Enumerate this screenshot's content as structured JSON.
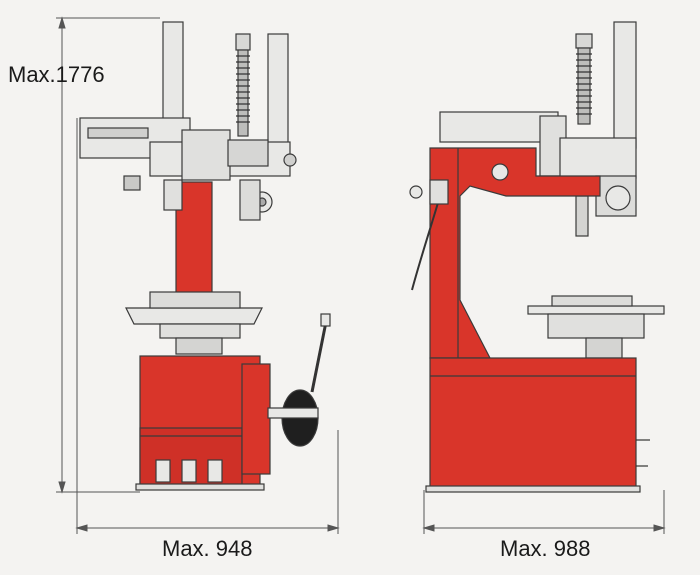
{
  "dimensions": {
    "height_label": "Max.1776",
    "front_width_label": "Max. 948",
    "side_width_label": "Max. 988"
  },
  "colors": {
    "body_red": "#d9352a",
    "dark_red": "#b52a22",
    "outline": "#3a3a3a",
    "metal": "#e8e8e6",
    "background": "#f4f3f1"
  }
}
